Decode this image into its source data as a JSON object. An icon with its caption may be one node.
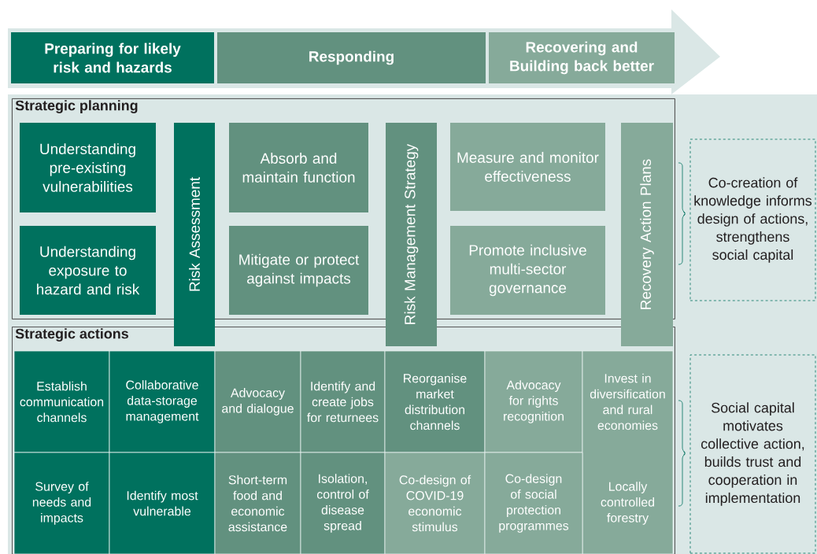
{
  "diagram": {
    "nodes": [
      {
        "text": [
          "Preparing for likely risk and hazards"
        ]
      },
      {
        "text": [
          "Responding"
        ]
      },
      {
        "text": [
          "Recovering and Building back better"
        ]
      },
      {
        "text": [
          "Strategic planning"
        ]
      },
      {
        "text": [
          "Understanding pre-existing vulnerabilities"
        ],
        "in": 3
      },
      {
        "text": [
          "Understanding exposure to hazard and risk"
        ],
        "in": 3
      },
      {
        "text": [
          "Risk Assessment"
        ]
      },
      {
        "text": [
          "Absorb and maintain function"
        ],
        "in": 3
      },
      {
        "text": [
          "Mitigate or protect against impacts"
        ],
        "in": 3
      },
      {
        "text": [
          "Risk Management Strategy"
        ]
      },
      {
        "text": [
          "Measure and monitor effectiveness"
        ],
        "in": 3
      },
      {
        "text": [
          "Promote inclusive multi-sector governance"
        ],
        "in": 3
      },
      {
        "text": [
          "Recovery Action Plans"
        ]
      },
      {
        "text": [
          "Co-creation of knowledge informs design of actions, strengthens social capital"
        ]
      },
      {
        "text": [
          "Strategic actions"
        ]
      },
      {
        "text": [
          "Establish communication channels"
        ],
        "in": 14
      },
      {
        "text": [
          "Collaborative data-storage management"
        ],
        "in": 14
      },
      {
        "text": [
          "Advocacy and dialogue"
        ],
        "in": 14
      },
      {
        "text": [
          "Identify and create jobs for returnees"
        ],
        "in": 14
      },
      {
        "text": [
          "Reorganise market distribution channels"
        ],
        "in": 14
      },
      {
        "text": [
          "Advocacy for rights recognition"
        ],
        "in": 14
      },
      {
        "text": [
          "Invest in diversification and rural economies",
          "Locally controlled forestry"
        ],
        "in": 14
      },
      {
        "text": [
          "Survey of needs and impacts"
        ],
        "in": 14
      },
      {
        "text": [
          "Identify most vulnerable"
        ],
        "in": 14
      },
      {
        "text": [
          "Short-term food and economic assistance"
        ],
        "in": 14
      },
      {
        "text": [
          "Isolation, control of disease spread"
        ],
        "in": 14
      },
      {
        "text": [
          "Co-design of COVID-19 economic stimulus"
        ],
        "in": 14
      },
      {
        "text": [
          "Co-design of social protection programmes"
        ],
        "in": 14
      },
      {
        "text": [
          "Social capital motivates collective action, builds trust and cooperation in implementation"
        ]
      }
    ]
  }
}
